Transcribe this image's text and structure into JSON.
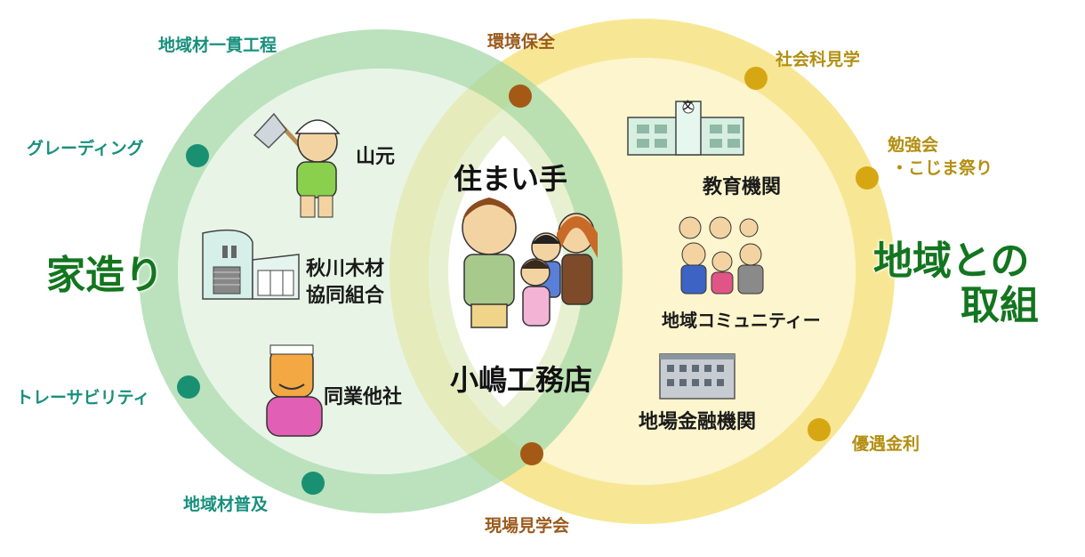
{
  "colors": {
    "green_ring": "#a4d8a7",
    "green_fill": "#d8efd6",
    "yellow_ring": "#f6e48a",
    "yellow_fill": "#fbf3c4",
    "teal_dot": "#1a9073",
    "gold_dot": "#d7a713",
    "brown_dot": "#a45a14",
    "teal_text": "#17907d",
    "gold_text": "#b38f12",
    "brown_text": "#9a5a1c",
    "title_green": "#13761f"
  },
  "left_circle": {
    "title": "家造り",
    "ring_labels": {
      "top": "地域材一貫工程",
      "upper_left": "グレーディング",
      "lower_left": "トレーサビリティ",
      "bottom": "地域材普及"
    },
    "members": {
      "yamamoto": "山元",
      "cooperative_line1": "秋川木材",
      "cooperative_line2": "協同組合",
      "peers": "同業他社"
    }
  },
  "right_circle": {
    "title_line1": "地域との",
    "title_line2": "取組",
    "ring_labels": {
      "top": "社会科見学",
      "right_line1": "勉強会",
      "right_line2": "・こじま祭り",
      "bottom": "優遇金利"
    },
    "members": {
      "education": "教育機関",
      "school_sign": "文",
      "community": "地域コミュニティー",
      "bank": "地場金融機関"
    }
  },
  "overlap": {
    "resident": "住まい手",
    "company": "小嶋工務店",
    "top_label": "環境保全",
    "bottom_label": "現場見学会"
  }
}
